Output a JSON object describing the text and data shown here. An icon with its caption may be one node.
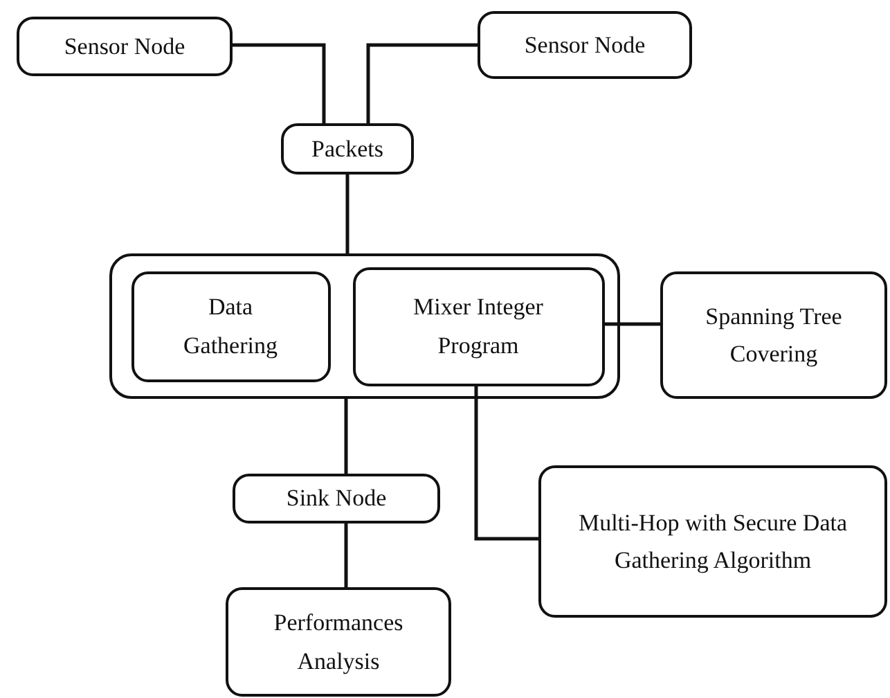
{
  "diagram": {
    "nodes": [
      {
        "text": [
          "Sensor Node"
        ]
      },
      {
        "text": [
          "Sensor Node"
        ]
      },
      {
        "text": [
          "Packets"
        ]
      },
      {
        "text": [],
        "shape": "box"
      },
      {
        "text": [
          "Data Gathering"
        ],
        "in": 3
      },
      {
        "text": [
          "Mixer Integer Program"
        ],
        "in": 3
      },
      {
        "text": [
          "Spanning Tree Covering"
        ]
      },
      {
        "text": [
          "Sink Node"
        ]
      },
      {
        "text": [
          "Performances Analysis"
        ]
      },
      {
        "text": [
          "Multi-Hop with Secure Data Gathering Algorithm"
        ]
      }
    ],
    "edges": [
      {
        "from": 0,
        "to": 2,
        "arrow": "none"
      },
      {
        "from": 1,
        "to": 2,
        "arrow": "none"
      },
      {
        "from": 2,
        "to": 3,
        "arrow": "none"
      },
      {
        "from": 5,
        "to": 6,
        "arrow": "none"
      },
      {
        "from": 3,
        "to": 7,
        "arrow": "none"
      },
      {
        "from": 5,
        "to": 9,
        "arrow": "none"
      },
      {
        "from": 7,
        "to": 8,
        "arrow": "none"
      }
    ]
  }
}
